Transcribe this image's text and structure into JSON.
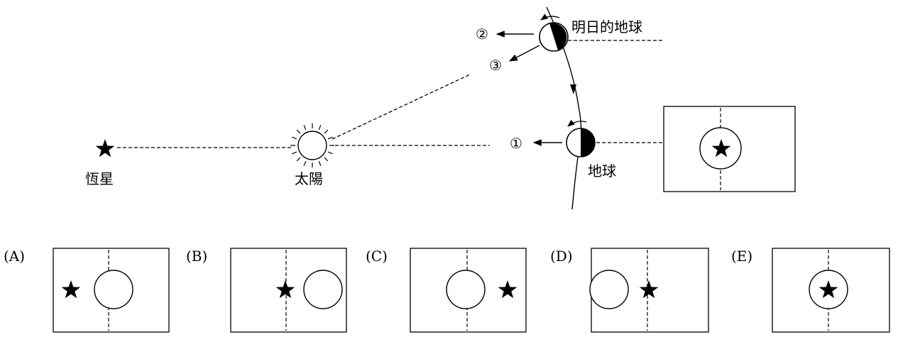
{
  "labels": {
    "star": "恆星",
    "sun": "太陽",
    "earth": "地球",
    "earth_tomorrow": "明日的地球",
    "dir1": "①",
    "dir2": "②",
    "dir3": "③"
  },
  "options": [
    {
      "label": "(A)"
    },
    {
      "label": "(B)"
    },
    {
      "label": "(C)"
    },
    {
      "label": "(D)"
    },
    {
      "label": "(E)"
    }
  ]
}
